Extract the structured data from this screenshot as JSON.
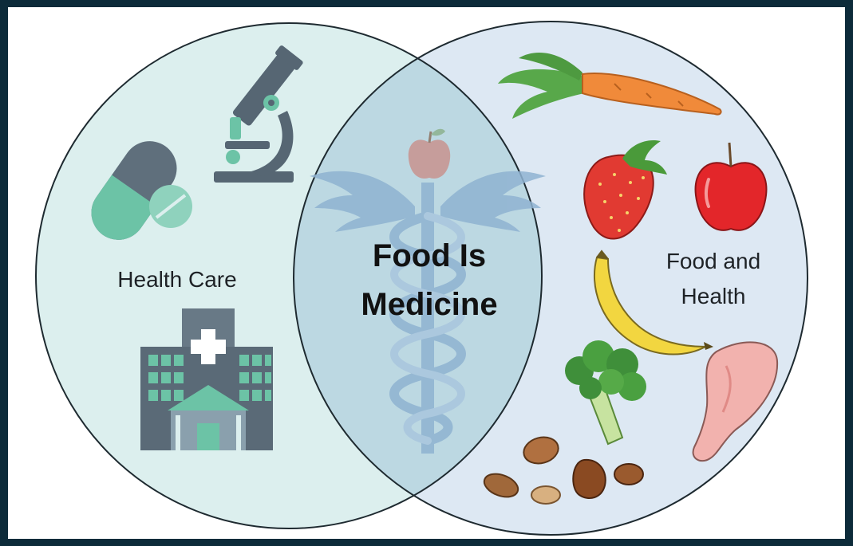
{
  "diagram": {
    "left_label": "Health Care",
    "center_label_line1": "Food Is",
    "center_label_line2": "Medicine",
    "right_label_line1": "Food and",
    "right_label_line2": "Health"
  },
  "colors": {
    "frame": "#0d2b3a",
    "left_circle": "#dcefee",
    "right_circle": "#dde8f3",
    "overlap": "#bcd8e2",
    "teal_accent": "#5dbb9f",
    "slate_icon": "#566673"
  },
  "icons": {
    "left": [
      "pill-icon",
      "tablet-icon",
      "microscope-icon",
      "hospital-icon"
    ],
    "center": [
      "caduceus-icon",
      "apple-icon"
    ],
    "right": [
      "carrot-icon",
      "strawberry-icon",
      "apple-icon",
      "banana-icon",
      "broccoli-icon",
      "chicken-leg-icon",
      "nuts-icon"
    ]
  }
}
